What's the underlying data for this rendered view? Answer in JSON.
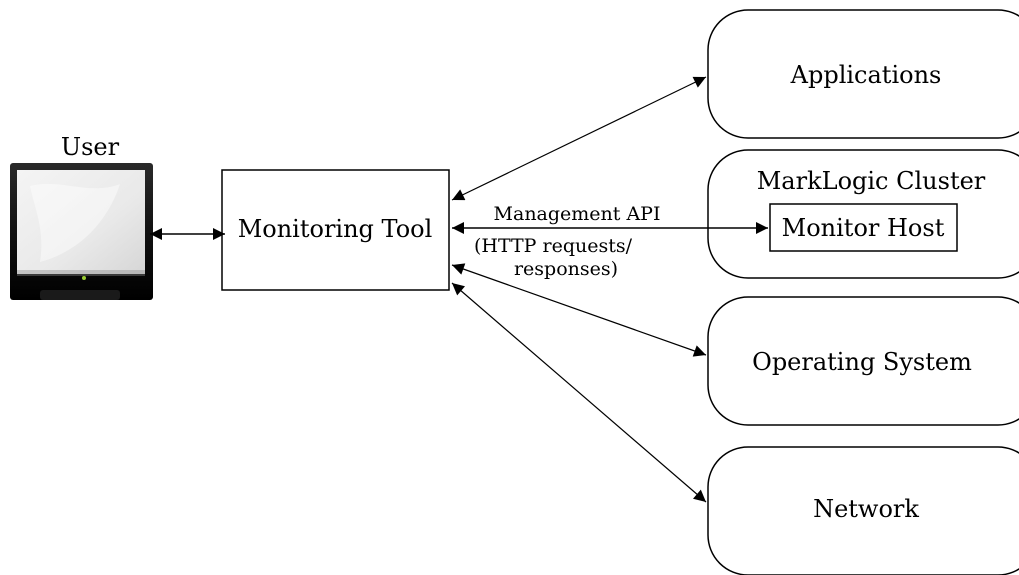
{
  "user": {
    "label": "User"
  },
  "monitoring_tool": {
    "label": "Monitoring Tool"
  },
  "connection": {
    "title": "Management API",
    "detail_line1": "(HTTP requests/",
    "detail_line2": "responses)"
  },
  "targets": {
    "applications": "Applications",
    "cluster": "MarkLogic Cluster",
    "monitor_host": "Monitor Host",
    "operating_system": "Operating System",
    "network": "Network"
  }
}
